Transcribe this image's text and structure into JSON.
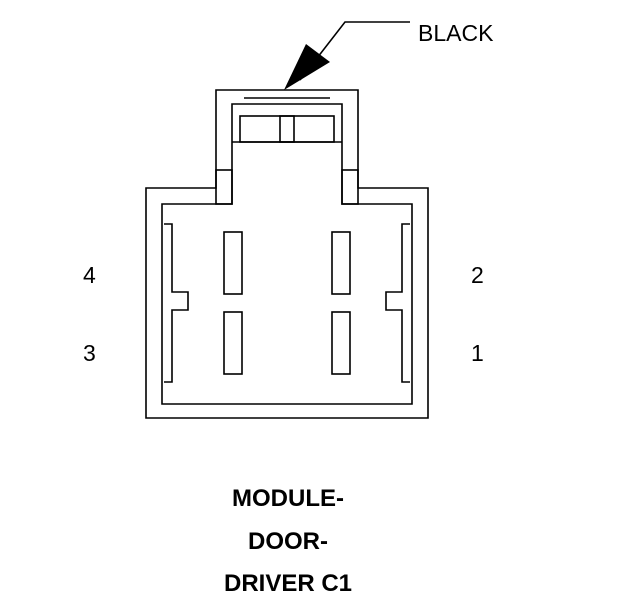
{
  "diagram": {
    "color_label": "BLACK",
    "pins": {
      "p1": "1",
      "p2": "2",
      "p3": "3",
      "p4": "4"
    },
    "title": {
      "line1": "MODULE-",
      "line2": "DOOR-",
      "line3": "DRIVER C1"
    },
    "line_color": "#000000",
    "background": "#ffffff"
  }
}
